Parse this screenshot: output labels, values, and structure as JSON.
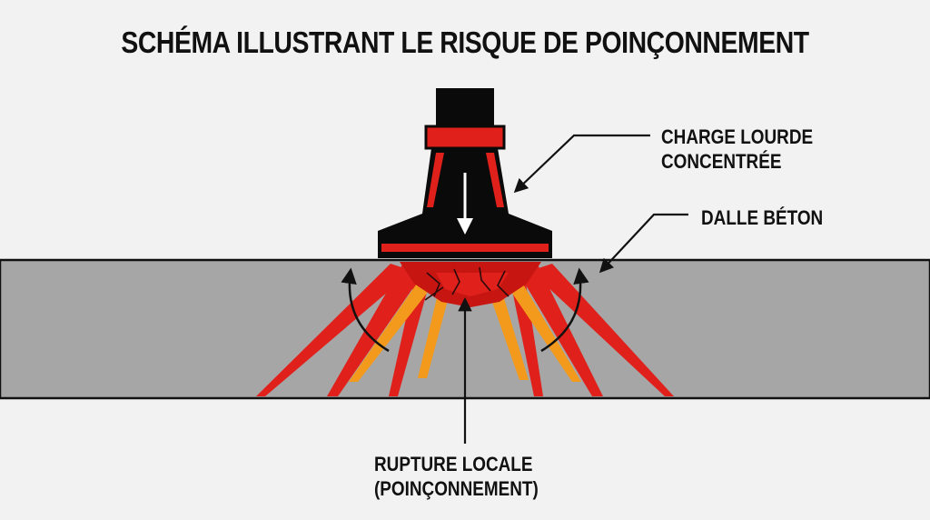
{
  "title": "SCHÉMA ILLUSTRANT LE RISQUE DE POINÇONNEMENT",
  "labels": {
    "charge_line1": "CHARGE LOURDE",
    "charge_line2": "CONCENTRÉE",
    "dalle": "DALLE BÉTON",
    "rupture_line1": "RUPTURE LOCALE",
    "rupture_line2": "(POINÇONNEMENT)"
  },
  "colors": {
    "background": "#f2f2f2",
    "slab": "#a6a6a6",
    "load_body": "#0a0a0a",
    "load_accent": "#e0201b",
    "crack_orange": "#f39a1c",
    "crack_red": "#e0201b",
    "text": "#111111"
  },
  "icons": {
    "load_arrow": "arrow-down-icon",
    "callout_arrows": "arrow-pointer-icon",
    "reaction_arrows": "curved-arrow-up-icon"
  }
}
